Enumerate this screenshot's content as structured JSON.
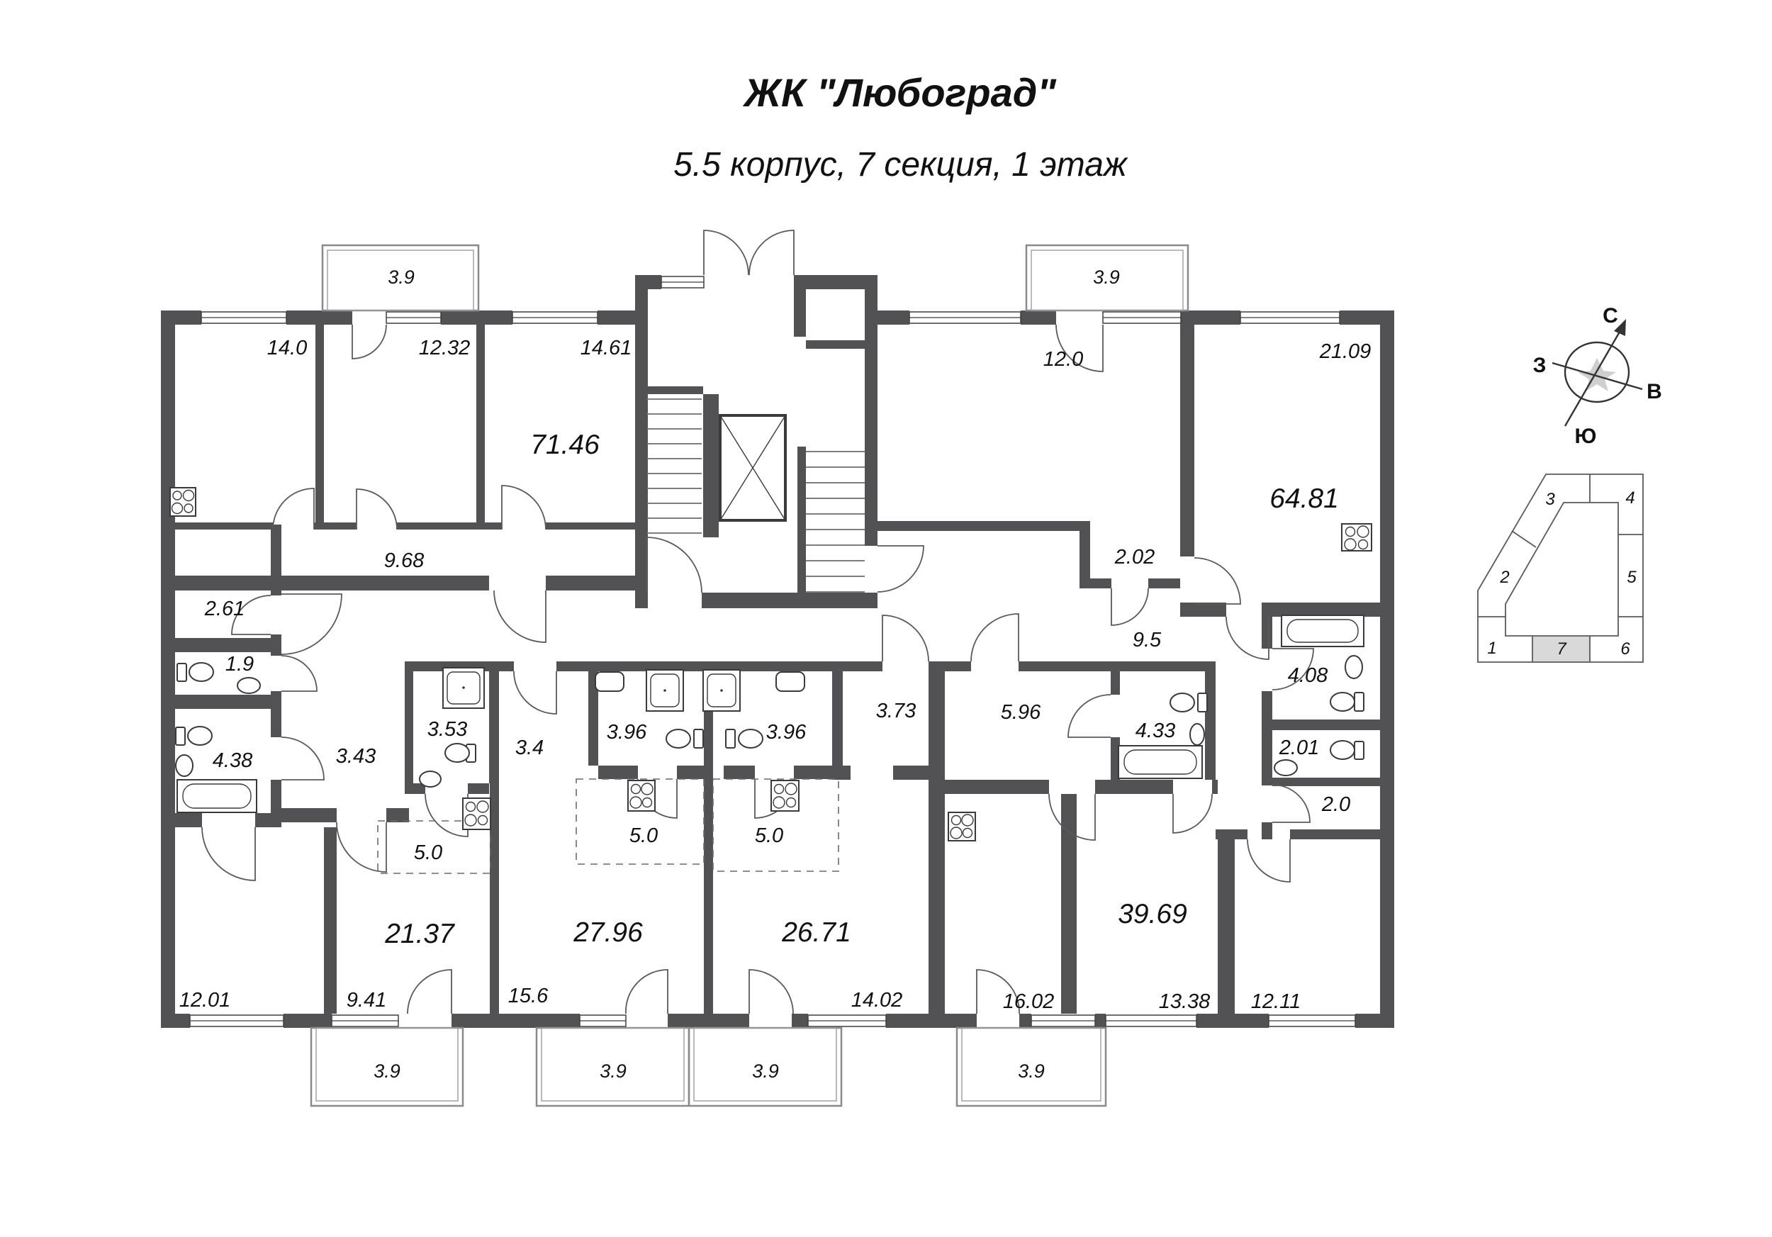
{
  "header": {
    "title": "ЖК \"Любоград\"",
    "subtitle": "5.5 корпус, 7 секция, 1 этаж"
  },
  "colors": {
    "wall": "#525254",
    "keyplan_active": "#d9d9d9"
  },
  "rooms": [
    {
      "name": "balcony-top-left",
      "area": "3.9"
    },
    {
      "name": "room-kitchen-living-left",
      "area": "14.0"
    },
    {
      "name": "room-bedroom-left-1",
      "area": "12.32"
    },
    {
      "name": "room-bedroom-left-2",
      "area": "14.61"
    },
    {
      "name": "apartment-total-left",
      "area": "71.46"
    },
    {
      "name": "balcony-top-right",
      "area": "3.9"
    },
    {
      "name": "room-bedroom-right",
      "area": "12.0"
    },
    {
      "name": "room-living-right",
      "area": "21.09"
    },
    {
      "name": "apartment-total-right",
      "area": "64.81"
    },
    {
      "name": "hall-left",
      "area": "9.68"
    },
    {
      "name": "storage-right",
      "area": "2.02"
    },
    {
      "name": "corridor-right",
      "area": "9.5"
    },
    {
      "name": "storage-left",
      "area": "2.61"
    },
    {
      "name": "wc-left",
      "area": "1.9"
    },
    {
      "name": "bathroom-left",
      "area": "4.38"
    },
    {
      "name": "hall-studio-1",
      "area": "3.43"
    },
    {
      "name": "bathroom-studio-1",
      "area": "3.53"
    },
    {
      "name": "hall-studio-2",
      "area": "3.4"
    },
    {
      "name": "bathroom-studio-2",
      "area": "3.96"
    },
    {
      "name": "bathroom-studio-3",
      "area": "3.96"
    },
    {
      "name": "hall-studio-3",
      "area": "3.73"
    },
    {
      "name": "hall-unit-39",
      "area": "5.96"
    },
    {
      "name": "bathroom-unit-39",
      "area": "4.33"
    },
    {
      "name": "bathroom-right",
      "area": "4.08"
    },
    {
      "name": "wc-right",
      "area": "2.01"
    },
    {
      "name": "storage-right-2",
      "area": "2.0"
    },
    {
      "name": "kitchen-studio-1",
      "area": "5.0"
    },
    {
      "name": "kitchen-studio-2",
      "area": "5.0"
    },
    {
      "name": "kitchen-studio-3",
      "area": "5.0"
    },
    {
      "name": "apartment-studio-1",
      "area": "21.37"
    },
    {
      "name": "apartment-studio-2",
      "area": "27.96"
    },
    {
      "name": "apartment-studio-3",
      "area": "26.71"
    },
    {
      "name": "apartment-unit-39",
      "area": "39.69"
    },
    {
      "name": "room-bottom-left",
      "area": "12.01"
    },
    {
      "name": "room-studio-1",
      "area": "9.41"
    },
    {
      "name": "room-studio-2",
      "area": "15.6"
    },
    {
      "name": "room-studio-3",
      "area": "14.02"
    },
    {
      "name": "room-unit-39-living",
      "area": "16.02"
    },
    {
      "name": "room-unit-39-bedroom",
      "area": "13.38"
    },
    {
      "name": "room-bottom-right",
      "area": "12.11"
    },
    {
      "name": "balcony-bottom-1",
      "area": "3.9"
    },
    {
      "name": "balcony-bottom-2",
      "area": "3.9"
    },
    {
      "name": "balcony-bottom-3",
      "area": "3.9"
    },
    {
      "name": "balcony-bottom-4",
      "area": "3.9"
    }
  ],
  "compass": {
    "north": "С",
    "south": "Ю",
    "west": "З",
    "east": "В"
  },
  "keyplan": {
    "active_section": "7",
    "sections": [
      {
        "label": "1"
      },
      {
        "label": "2"
      },
      {
        "label": "3"
      },
      {
        "label": "4"
      },
      {
        "label": "5"
      },
      {
        "label": "6"
      },
      {
        "label": "7"
      }
    ]
  }
}
